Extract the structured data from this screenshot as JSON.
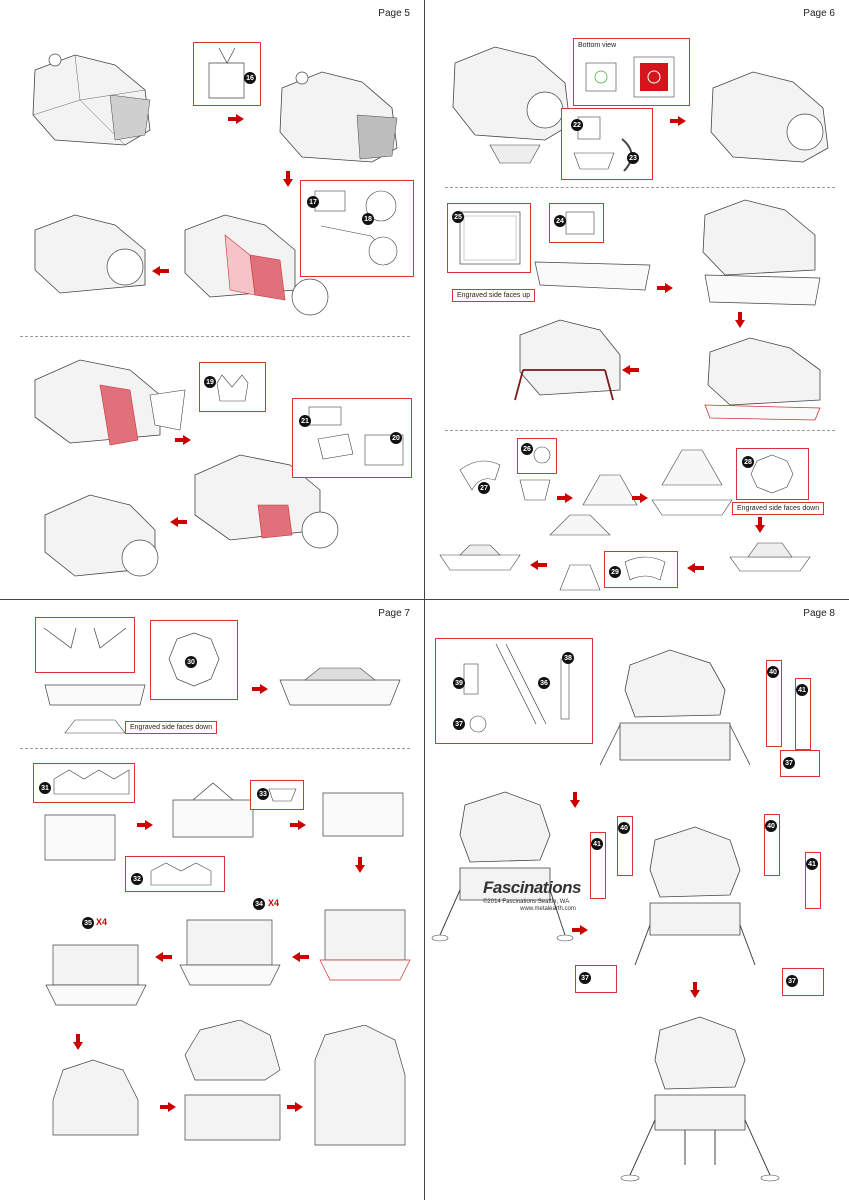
{
  "pages": [
    {
      "label": "Page 5",
      "steps": [
        "16",
        "17",
        "18",
        "19",
        "21",
        "20"
      ]
    },
    {
      "label": "Page 6",
      "steps": [
        "22",
        "23",
        "25",
        "24",
        "26",
        "27",
        "28",
        "29"
      ],
      "callouts": {
        "bottom_view": "Bottom view",
        "engraved_up": "Engraved side faces up",
        "engraved_down": "Engraved side faces down"
      }
    },
    {
      "label": "Page 7",
      "steps": [
        "30",
        "31",
        "33",
        "32",
        "34",
        "35"
      ],
      "callouts": {
        "engraved_down": "Engraved side faces down",
        "x4_a": "X4",
        "x4_b": "X4"
      }
    },
    {
      "label": "Page 8",
      "steps": [
        "39",
        "38",
        "36",
        "37",
        "40",
        "41",
        "37",
        "41",
        "40",
        "37",
        "40",
        "41",
        "37"
      ]
    }
  ],
  "brand": {
    "name": "Fascinations",
    "copyright": "©2014 Fascinations Seattle, WA",
    "url": "www.metalearth.com"
  },
  "colors": {
    "accent": "#c00000",
    "highlight": "#e0707a",
    "border": "#dd3333",
    "line": "#444444"
  }
}
